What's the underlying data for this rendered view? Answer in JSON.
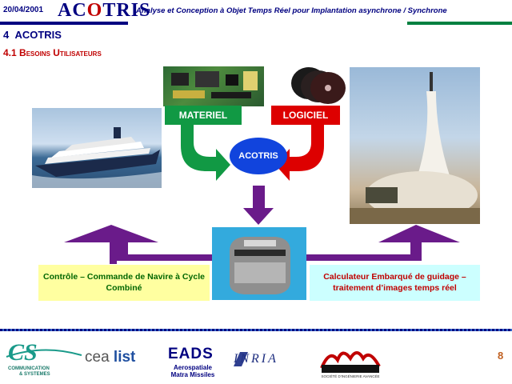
{
  "header": {
    "date": "20/04/2001",
    "logo": "ACOTRIS",
    "subtitle": "Analyse et Conception à Objet Temps Réel pour Implantation asynchrone / Synchrone"
  },
  "section": {
    "number": "4",
    "title": "ACOTRIS"
  },
  "subsection": {
    "number": "4.1",
    "title": "Besoins Utilisateurs"
  },
  "diagram": {
    "materiel": "MATERIEL",
    "logiciel": "LOGICIEL",
    "center": "ACOTRIS",
    "left_box": "Contrôle – Commande de Navire à Cycle Combiné",
    "right_box": "Calculateur Embarqué de guidage – traitement d’images temps réel",
    "colors": {
      "green": "#119944",
      "red": "#dd0000",
      "purple": "#6a1b8a",
      "blue": "#1144dd"
    }
  },
  "footer": {
    "logos": {
      "cs_line1": "COMMUNICATION",
      "cs_line2": "& SYSTEMES",
      "cea_a": "cea",
      "cea_b": "list",
      "eads": "EADS",
      "eads_sub1": "Aerospatiale",
      "eads_sub2": "Matra Missiles",
      "inria": "INRIA",
      "sitia_sub": "SOCIÉTÉ D'INGÉNIERIE AVANCÉE"
    },
    "page": "8"
  }
}
